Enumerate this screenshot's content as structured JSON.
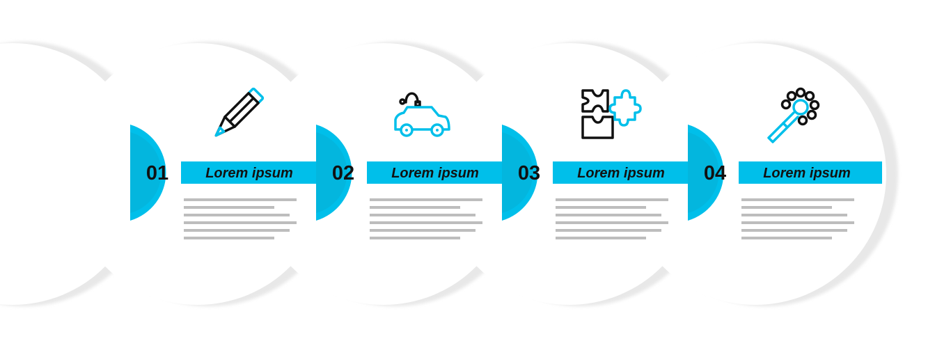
{
  "colors": {
    "accent": "#00bfea",
    "accent_dark": "#0aa6c8",
    "circle": "#ffffff",
    "shadow": "#e6e6e6",
    "text_placeholder": "#bdbdbd",
    "ink": "#111111"
  },
  "steps": [
    {
      "number": "01",
      "title": "Lorem ipsum",
      "icon": "pencil-icon"
    },
    {
      "number": "02",
      "title": "Lorem ipsum",
      "icon": "toy-car-icon"
    },
    {
      "number": "03",
      "title": "Lorem ipsum",
      "icon": "puzzle-icon"
    },
    {
      "number": "04",
      "title": "Lorem ipsum",
      "icon": "rattle-icon"
    }
  ]
}
